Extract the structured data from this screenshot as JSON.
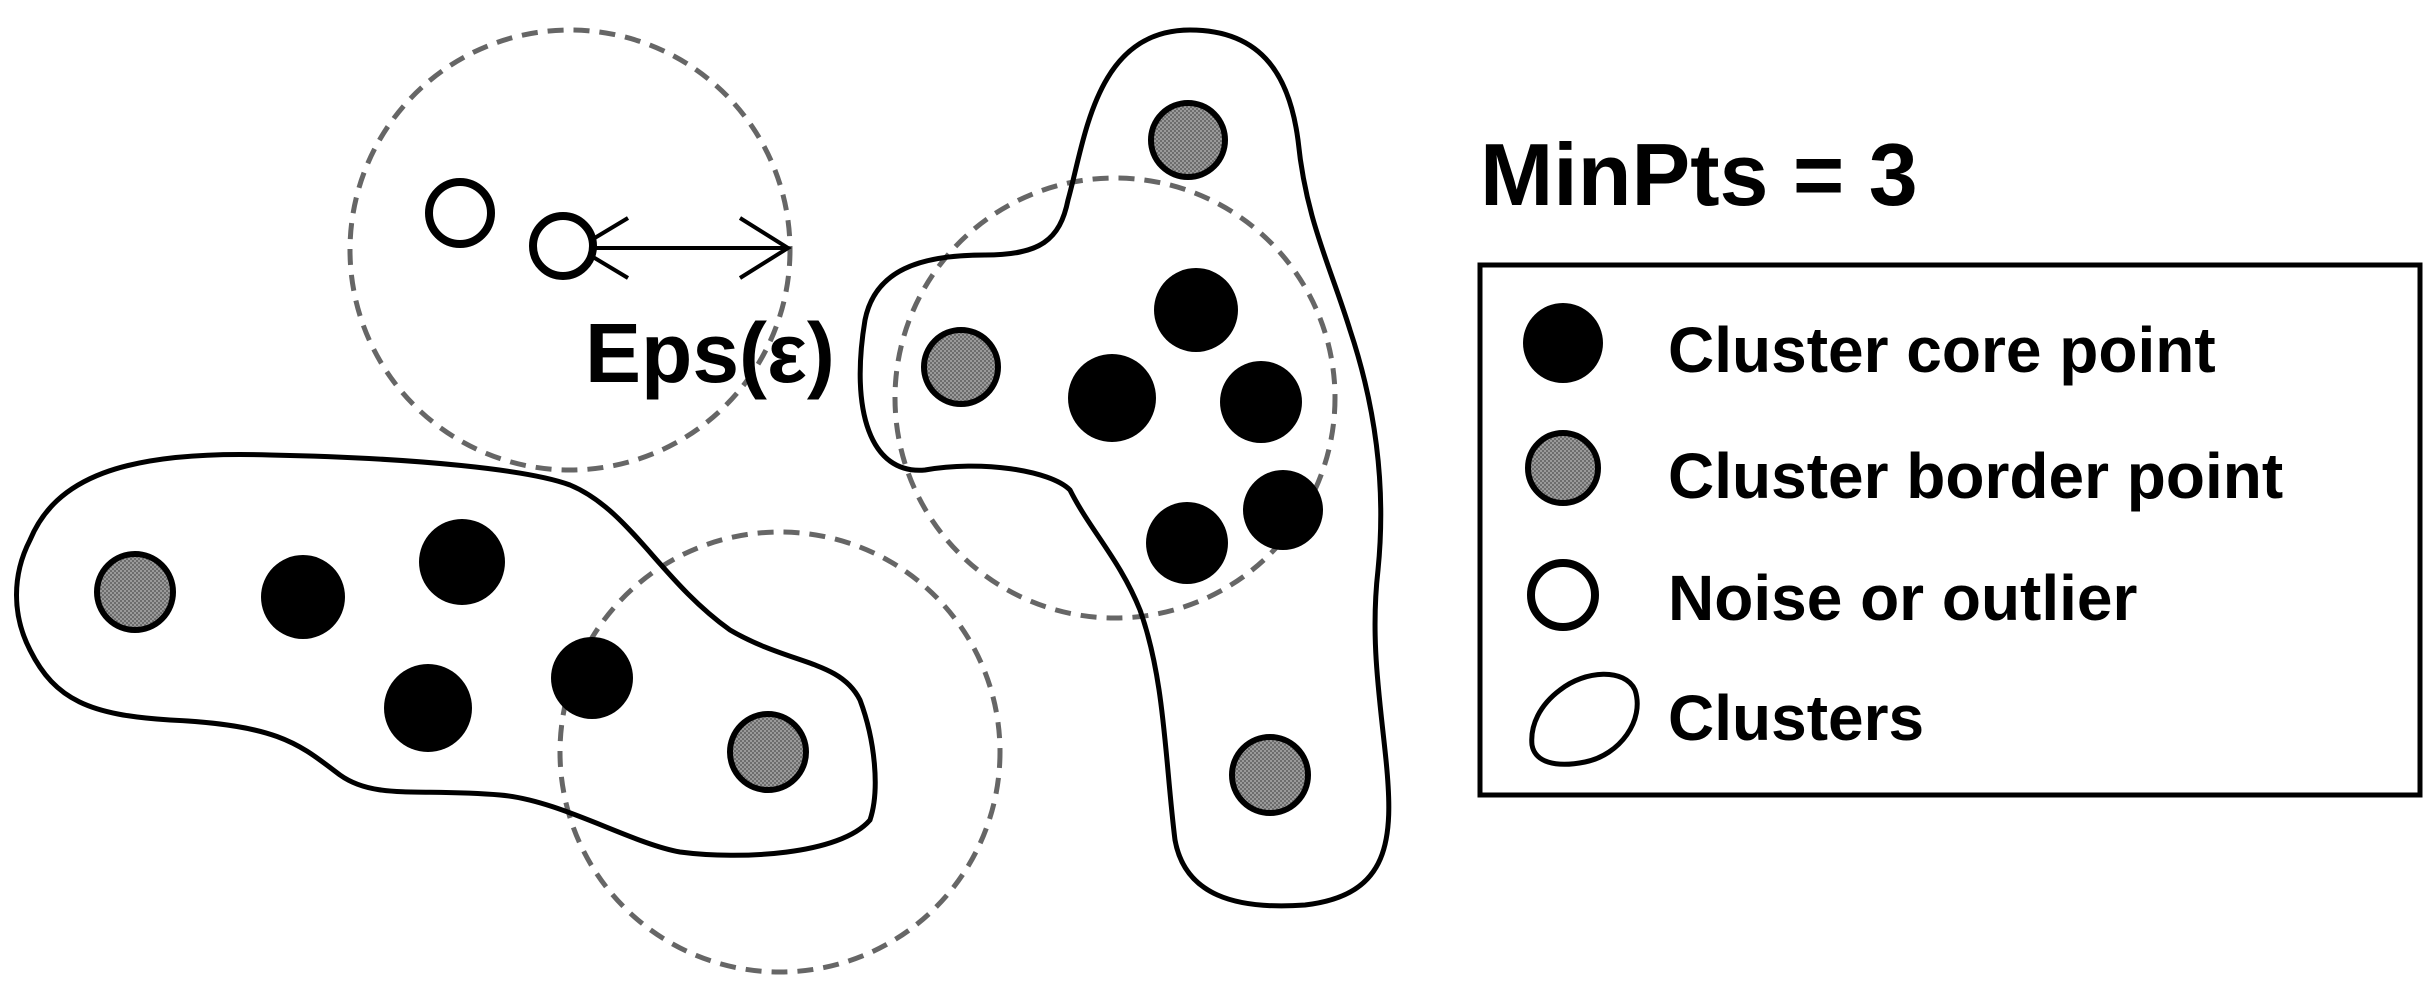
{
  "minpts_label": "MinPts = 3",
  "eps_label": "Eps(ε)",
  "legend": {
    "items": [
      {
        "label": "Cluster core point",
        "symbol": "core-point"
      },
      {
        "label": "Cluster border point",
        "symbol": "border-point"
      },
      {
        "label": "Noise or outlier",
        "symbol": "noise-point"
      },
      {
        "label": "Clusters",
        "symbol": "cluster-outline"
      }
    ]
  },
  "colors": {
    "core_fill": "#000000",
    "border_fill": "#8c8c8c",
    "noise_fill": "#ffffff",
    "outline": "#000000",
    "eps_circle": "#666666"
  }
}
